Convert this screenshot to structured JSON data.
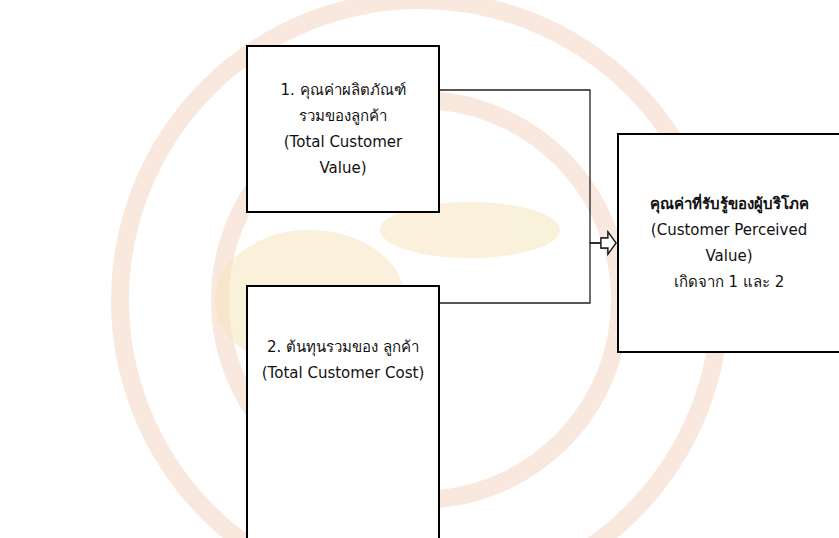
{
  "diagram": {
    "nodes": [
      {
        "text": [
          "1. คุณค่าผลิตภัณฑ์ รวมของลูกค้า",
          "(Total Customer Value)"
        ]
      },
      {
        "text": [
          "2. ต้นทุนรวมของ ลูกค้า",
          "(Total Customer Cost)"
        ]
      },
      {
        "text": [
          "คุณค่าที่รับรู้ของผู้บริโภค",
          "(Customer Perceived Value)",
          "เกิดจาก 1 และ 2"
        ]
      }
    ],
    "edges": [
      {
        "from": 0,
        "to": 2,
        "arrow": "to"
      },
      {
        "from": 1,
        "to": 2,
        "arrow": "to"
      }
    ]
  }
}
